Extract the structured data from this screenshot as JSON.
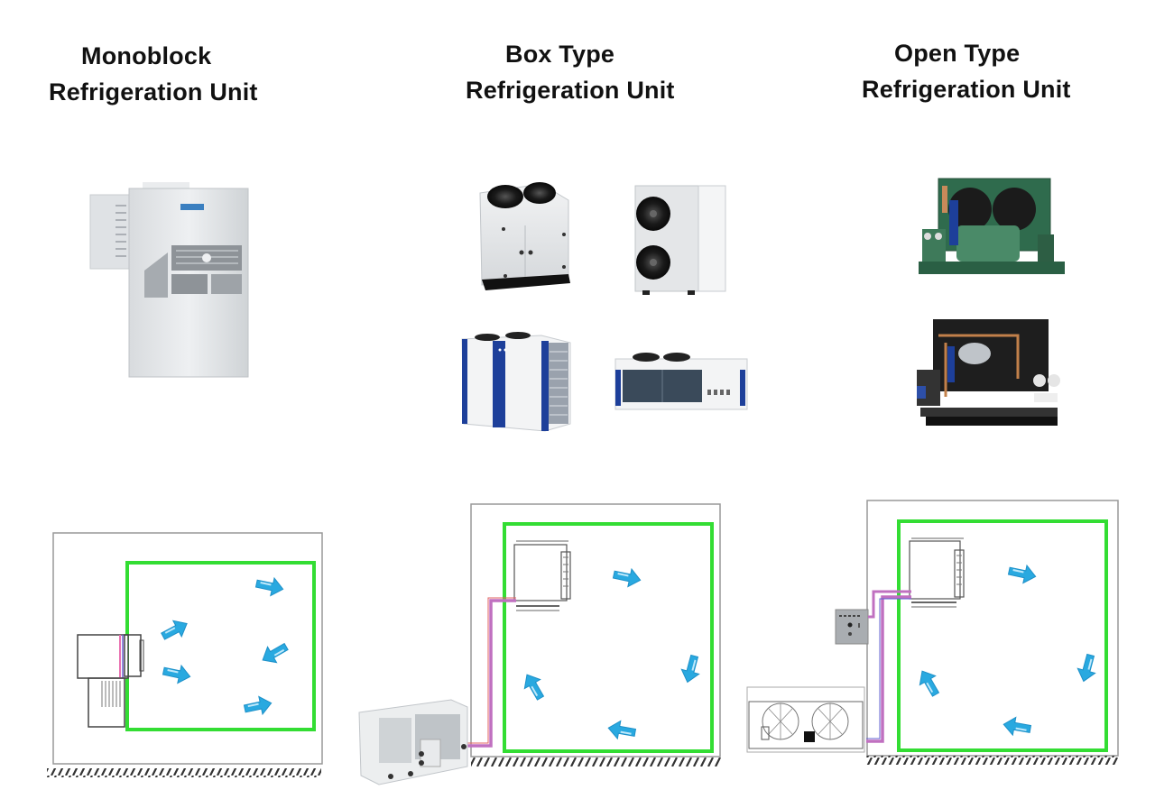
{
  "columns": [
    {
      "id": "monoblock",
      "title_line1": "Monoblock",
      "title_line2": "Refrigeration Unit",
      "product_photos": [
        "monoblock-unit"
      ],
      "diagram": {
        "unit_placement": "wall-mounted through cold room wall",
        "airflow_arrows": 5
      }
    },
    {
      "id": "box-type",
      "title_line1": "Box Type",
      "title_line2": "Refrigeration Unit",
      "product_photos": [
        "box-unit-twin-top-fan",
        "box-unit-twin-front-fan",
        "box-unit-blue-cube",
        "box-unit-flat-blue"
      ],
      "diagram": {
        "unit_placement": "outdoor condensing unit + indoor evaporator",
        "airflow_arrows": 4
      }
    },
    {
      "id": "open-type",
      "title_line1": "Open Type",
      "title_line2": "Refrigeration Unit",
      "product_photos": [
        "open-unit-green",
        "open-unit-black"
      ],
      "diagram": {
        "unit_placement": "open condensing unit + control box + indoor evaporator",
        "airflow_arrows": 4
      }
    }
  ],
  "colors": {
    "insulation_wall": "#33dd33",
    "building_wall": "#888888",
    "airflow_arrow": "#29a9e0",
    "pipe_liquid": "#c070c0",
    "pipe_suction": "#6060d0",
    "ground_hatch": "#333333"
  }
}
